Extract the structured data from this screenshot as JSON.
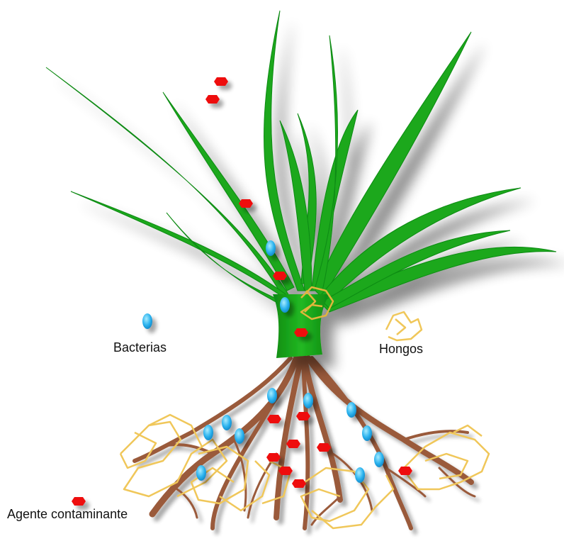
{
  "legend": {
    "bacteria_label": "Bacterias",
    "fungi_label": "Hongos",
    "contaminant_label": "Agente contaminante"
  },
  "colors": {
    "leaf": "#1aa81a",
    "leaf_dark": "#0e8a12",
    "root": "#9a5a3a",
    "bacteria": "#2ab2ee",
    "fungi": "#f0c75a",
    "contaminant": "#ee1111"
  }
}
